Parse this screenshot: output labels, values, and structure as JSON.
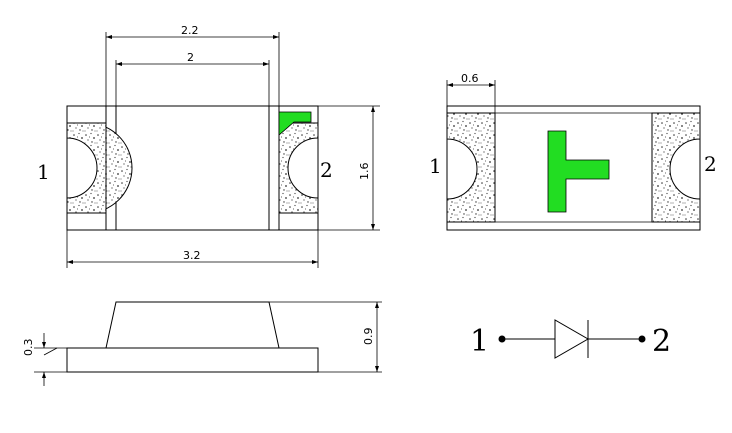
{
  "dimensions": {
    "top_width_outer": "2.2",
    "top_width_inner": "2",
    "body_length": "3.2",
    "body_width": "1.6",
    "pad_width": "0.6",
    "base_height": "0.3",
    "total_height": "0.9"
  },
  "pins": {
    "top_left": "1",
    "top_right": "2",
    "bottom_left": "1",
    "bottom_right": "2",
    "symbol_left": "1",
    "symbol_right": "2"
  },
  "colors": {
    "marker_green": "#22dd22",
    "outline": "#000000"
  }
}
